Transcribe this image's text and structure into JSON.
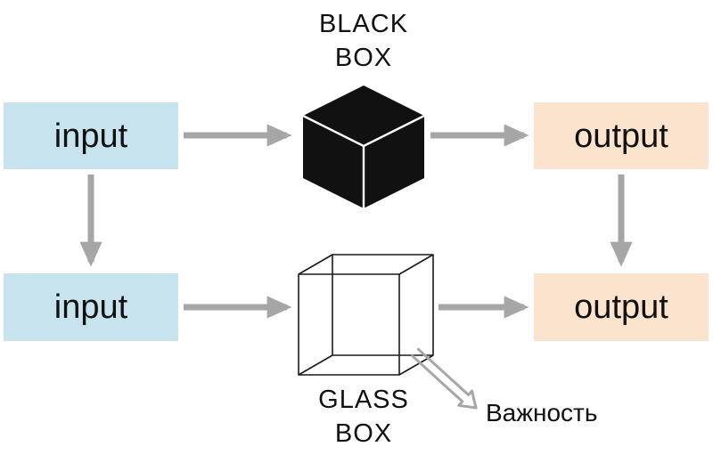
{
  "labels": {
    "black_box": {
      "line1": "BLACK",
      "line2": "BOX"
    },
    "glass_box": {
      "line1": "GLASS",
      "line2": "BOX"
    },
    "top_input": "input",
    "top_output": "output",
    "bottom_input": "input",
    "bottom_output": "output",
    "importance": "Важность"
  },
  "colors": {
    "input_fill": "#c7e3ed",
    "output_fill": "#fbe3cd",
    "arrow": "#a6a6a6",
    "black_box_fill": "#111111",
    "glass_box_stroke": "#1a1a1a",
    "text": "#111111"
  }
}
